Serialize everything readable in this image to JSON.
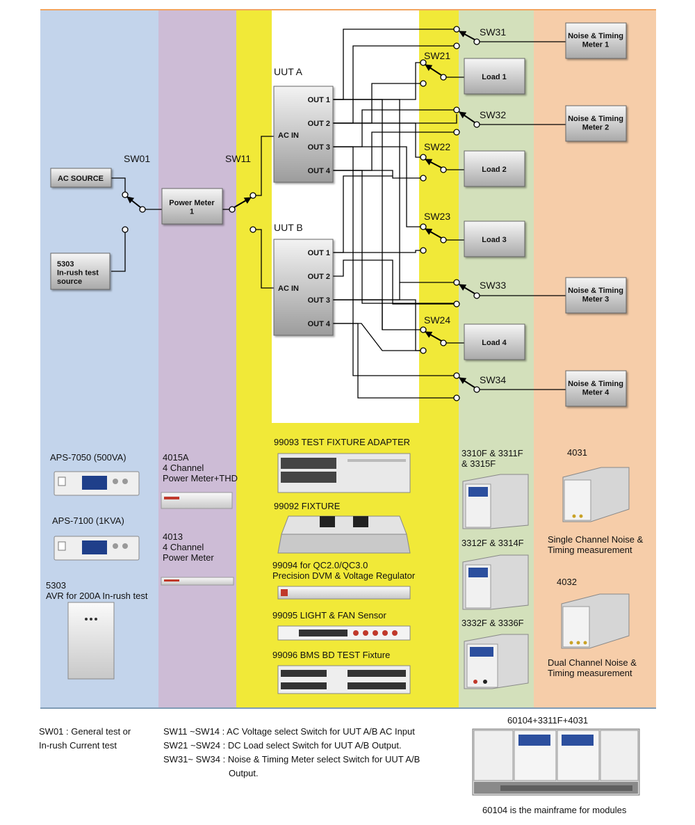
{
  "switches": {
    "sw01": "SW01",
    "sw11": "SW11",
    "sw21": "SW21",
    "sw22": "SW22",
    "sw23": "SW23",
    "sw24": "SW24",
    "sw31": "SW31",
    "sw32": "SW32",
    "sw33": "SW33",
    "sw34": "SW34"
  },
  "blocks": {
    "ac_source": "AC SOURCE",
    "inrush_source": "5303\nIn-rush test\nsource",
    "power_meter": "Power Meter\n1",
    "uut_a": "UUT A",
    "uut_b": "UUT B",
    "ac_in": "AC IN",
    "outputs": [
      "OUT 1",
      "OUT 2",
      "OUT 3",
      "OUT 4"
    ],
    "loads": [
      "Load 1",
      "Load 2",
      "Load 3",
      "Load 4"
    ],
    "meters": [
      "Noise & Timing\nMeter 1",
      "Noise & Timing\nMeter 2",
      "Noise & Timing\nMeter 3",
      "Noise & Timing\nMeter 4"
    ]
  },
  "devices": {
    "aps7050": "APS-7050 (500VA)",
    "aps7100": "APS-7100 (1KVA)",
    "avr5303": "5303\nAVR for 200A In-rush test",
    "pm4015a": "4015A\n4 Channel\nPower Meter+THD",
    "pm4013": "4013\n4 Channel\nPower Meter",
    "f99093": "99093 TEST FIXTURE ADAPTER",
    "f99092": "99092 FIXTURE",
    "f99094": "99094  for QC2.0/QC3.0\nPrecision DVM & Voltage Regulator",
    "f99095": "99095 LIGHT & FAN Sensor",
    "f99096": "99096 BMS BD TEST Fixture",
    "load_a": "3310F & 3311F\n& 3315F",
    "load_b": "3312F & 3314F",
    "load_c": "3332F & 3336F",
    "nt4031": "4031",
    "nt4031_desc": "Single Channel Noise &\nTiming measurement",
    "nt4032": "4032",
    "nt4032_desc": "Dual Channel Noise &\nTiming measurement"
  },
  "legend": {
    "sw01_line1": "SW01 : General test or",
    "sw01_line2": "In-rush Current test",
    "sw11": "SW11 ~SW14 : AC Voltage select Switch for UUT A/B AC Input",
    "sw21": "SW21 ~SW24 : DC Load select Switch for UUT A/B Output.",
    "sw31": "SW31~ SW34 : Noise & Timing Meter select Switch for UUT A/B",
    "sw31_cont": "Output."
  },
  "mainframe": {
    "title": "60104+3311F+4031",
    "note": "60104 is the mainframe for modules"
  },
  "colors": {
    "col_source": "#c3d4eb",
    "col_meter": "#cdbcd6",
    "col_fixture": "#f1e938",
    "col_load": "#d3e0bb",
    "col_noise": "#f6cda9"
  }
}
